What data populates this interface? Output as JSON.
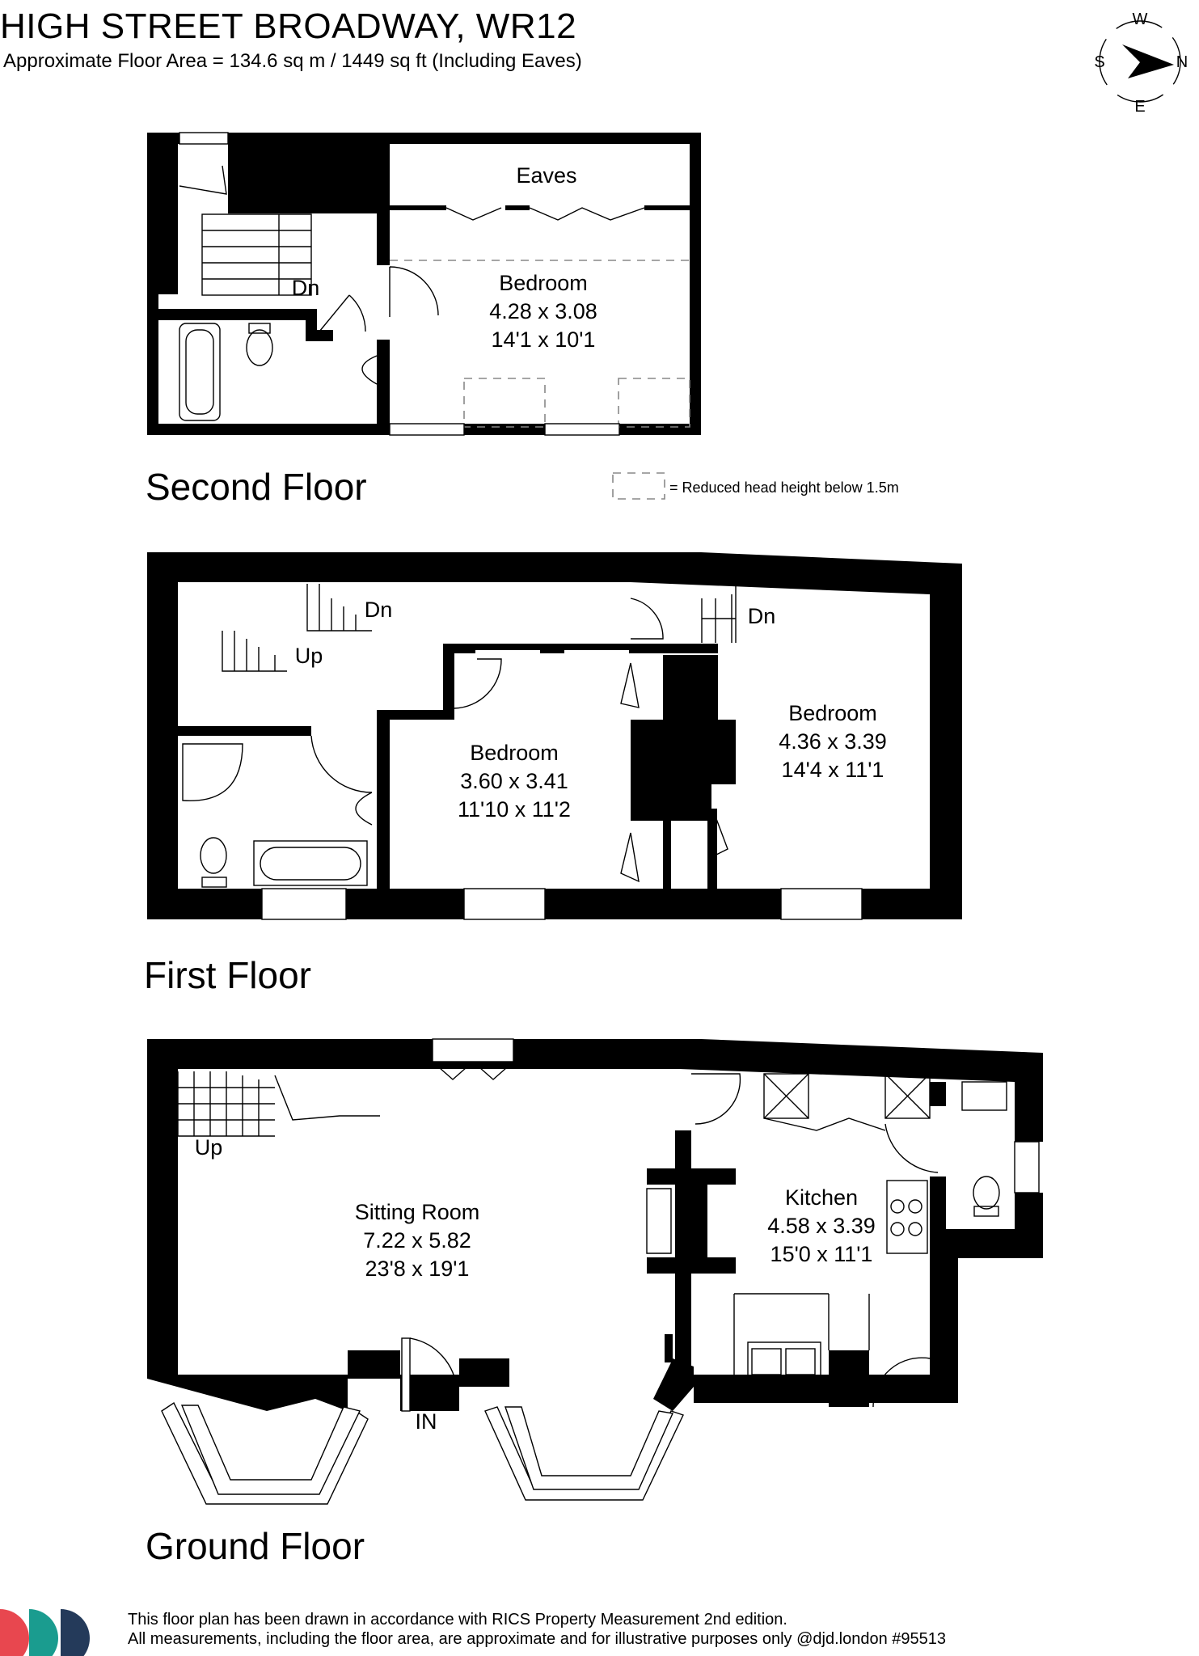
{
  "header": {
    "title": "HIGH STREET BROADWAY, WR12",
    "subtitle": "Approximate Floor Area = 134.6 sq m / 1449 sq ft (Including Eaves)"
  },
  "compass": {
    "n": "N",
    "s": "S",
    "e": "E",
    "w": "W"
  },
  "second_floor": {
    "label": "Second Floor",
    "eaves": "Eaves",
    "stairs": "Dn",
    "bedroom": {
      "name": "Bedroom",
      "metric": "4.28 x 3.08",
      "imperial": "14'1 x 10'1"
    }
  },
  "legend": {
    "text": "= Reduced head height below 1.5m"
  },
  "first_floor": {
    "label": "First Floor",
    "stairs_down_left": "Dn",
    "stairs_up": "Up",
    "stairs_down_right": "Dn",
    "bedroom_1": {
      "name": "Bedroom",
      "metric": "3.60 x 3.41",
      "imperial": "11'10 x 11'2"
    },
    "bedroom_2": {
      "name": "Bedroom",
      "metric": "4.36 x 3.39",
      "imperial": "14'4 x 11'1"
    }
  },
  "ground_floor": {
    "label": "Ground Floor",
    "stairs_up": "Up",
    "entrance": "IN",
    "sitting_room": {
      "name": "Sitting Room",
      "metric": "7.22 x 5.82",
      "imperial": "23'8 x 19'1"
    },
    "kitchen": {
      "name": "Kitchen",
      "metric": "4.58 x 3.39",
      "imperial": "15'0 x 11'1"
    }
  },
  "footer": {
    "line1": "This floor plan has been drawn in accordance with RICS Property Measurement 2nd edition.",
    "line2": "All measurements, including the floor area, are approximate and for illustrative purposes only @djd.london #95513"
  },
  "colors": {
    "logo_red": "#e8474f",
    "logo_teal": "#1a9c8f",
    "logo_navy": "#243a5a",
    "wall": "#000000"
  }
}
